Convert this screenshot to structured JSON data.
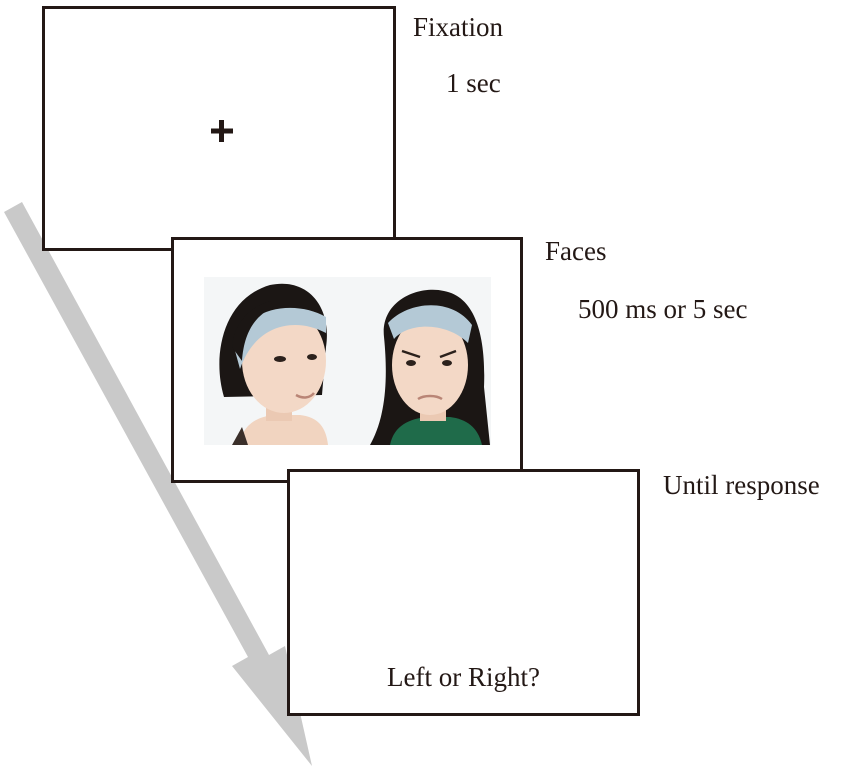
{
  "stages": [
    {
      "name": "Fixation",
      "duration": "1 sec"
    },
    {
      "name": "Faces",
      "duration": "500 ms or 5 sec"
    },
    {
      "name": "Until response",
      "prompt": "Left or Right?"
    }
  ],
  "colors": {
    "frame": "#231815",
    "arrow": "#c9c9c9",
    "headband": "#b4c9d6",
    "hair": "#1b1614",
    "skin": "#f1d4c0",
    "jacket": "#1f6b4a"
  },
  "icons": {
    "fixation": "plus-cross",
    "arrow": "down-right-arrow"
  }
}
